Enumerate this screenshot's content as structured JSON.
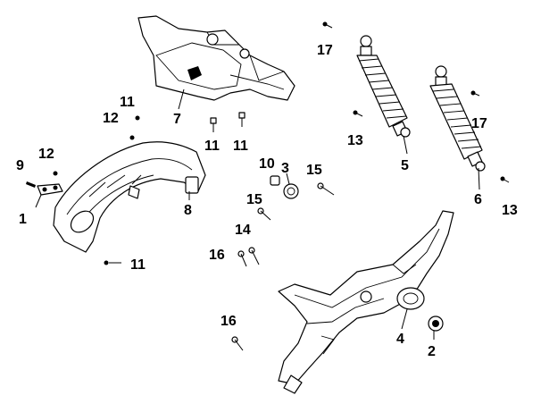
{
  "diagram": {
    "callouts": {
      "c1": "1",
      "c2": "2",
      "c3": "3",
      "c4": "4",
      "c5": "5",
      "c6": "6",
      "c7": "7",
      "c8": "8",
      "c9": "9",
      "c10": "10",
      "c11a": "11",
      "c11b": "11",
      "c11c": "11",
      "c11d": "11",
      "c12a": "12",
      "c12b": "12",
      "c13a": "13",
      "c13b": "13",
      "c14": "14",
      "c15a": "15",
      "c15b": "15",
      "c16a": "16",
      "c16b": "16",
      "c17a": "17",
      "c17b": "17"
    }
  }
}
